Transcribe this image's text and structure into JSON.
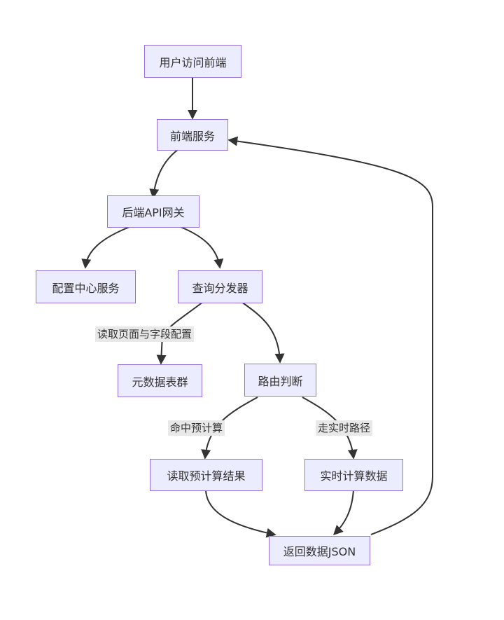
{
  "nodes": {
    "user": "用户访问前端",
    "frontend": "前端服务",
    "gateway": "后端API网关",
    "config": "配置中心服务",
    "dispatcher": "查询分发器",
    "metadata": "元数据表群",
    "router": "路由判断",
    "precomputed": "读取预计算结果",
    "realtime": "实时计算数据",
    "result": "返回数据JSON"
  },
  "edge_labels": {
    "read_config": "读取页面与字段配置",
    "hit_precompute": "命中预计算",
    "go_realtime": "走实时路径"
  },
  "colors": {
    "node_fill": "#ececff",
    "node_border": "#9370db",
    "edge": "#333333",
    "label_bg": "#e8e8e8"
  }
}
